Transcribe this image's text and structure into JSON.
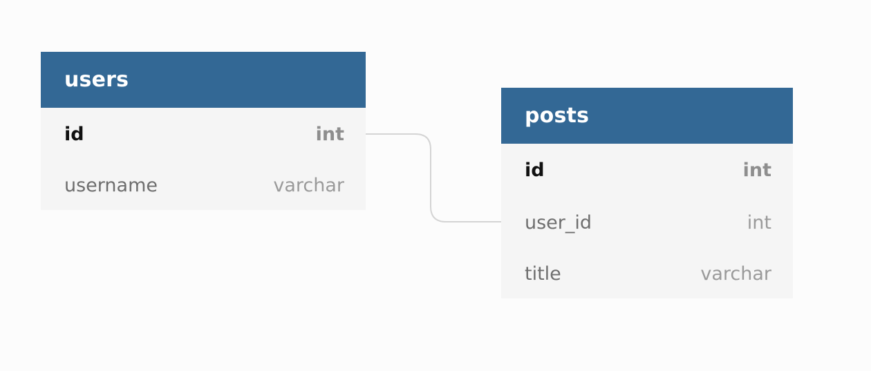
{
  "tables": {
    "users": {
      "name": "users",
      "columns": [
        {
          "name": "id",
          "type": "int",
          "primary_key": true
        },
        {
          "name": "username",
          "type": "varchar",
          "primary_key": false
        }
      ]
    },
    "posts": {
      "name": "posts",
      "columns": [
        {
          "name": "id",
          "type": "int",
          "primary_key": true
        },
        {
          "name": "user_id",
          "type": "int",
          "primary_key": false
        },
        {
          "name": "title",
          "type": "varchar",
          "primary_key": false
        }
      ]
    }
  },
  "relationships": [
    {
      "from": "users.id",
      "to": "posts.user_id"
    }
  ],
  "colors": {
    "background": "#fcfcfc",
    "header": "#336895",
    "header_text": "#ffffff",
    "table_body": "#f5f5f5",
    "connector": "#d4d4d4"
  }
}
